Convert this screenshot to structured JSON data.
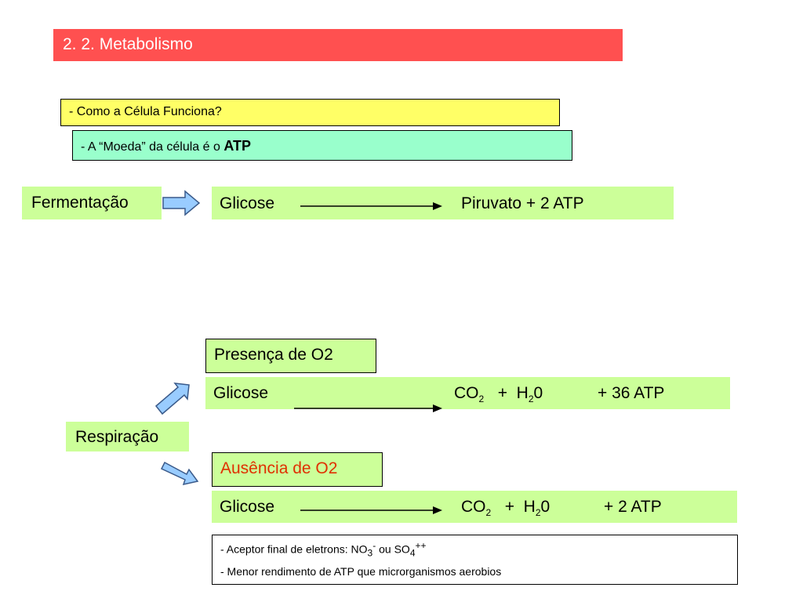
{
  "title": "2. 2. Metabolismo",
  "question": "- Como a Célula Funciona?",
  "atp_line": {
    "text": "- A “Moeda”  da célula é o ",
    "bold": "ATP"
  },
  "fermentacao": {
    "label": "Fermentação",
    "substrate": "Glicose",
    "product": "Piruvato   +  2  ATP"
  },
  "respiracao": {
    "label": "Respiração",
    "aerobic": {
      "condition": "Presença de O2",
      "substrate": "Glicose",
      "co2": "CO",
      "co2_sub": "2",
      "plus1": "+",
      "h2o": "H",
      "h2o_sub": "2",
      "h2o_end": "0",
      "atp": "+  36  ATP"
    },
    "anaerobic": {
      "condition": "Ausência de O2",
      "substrate": "Glicose",
      "co2": "CO",
      "co2_sub": "2",
      "plus1": "+",
      "h2o": "H",
      "h2o_sub": "2",
      "h2o_end": "0",
      "atp": "+  2  ATP"
    }
  },
  "notes": {
    "line1_prefix": "- Aceptor final de eletrons:  NO",
    "line1_no3_sub": "3",
    "line1_no3_sup": "-",
    "line1_mid": " ou SO",
    "line1_so4_sub": "4",
    "line1_so4_sup": "++",
    "line2": "- Menor rendimento de ATP  que microrganismos aerobios"
  },
  "colors": {
    "title_bg": "#ff5050",
    "yellow": "#ffff66",
    "mint": "#99ffcc",
    "light_green": "#ccff99",
    "arrow_fill": "#99ccff",
    "ausencia_text": "#e03000"
  }
}
